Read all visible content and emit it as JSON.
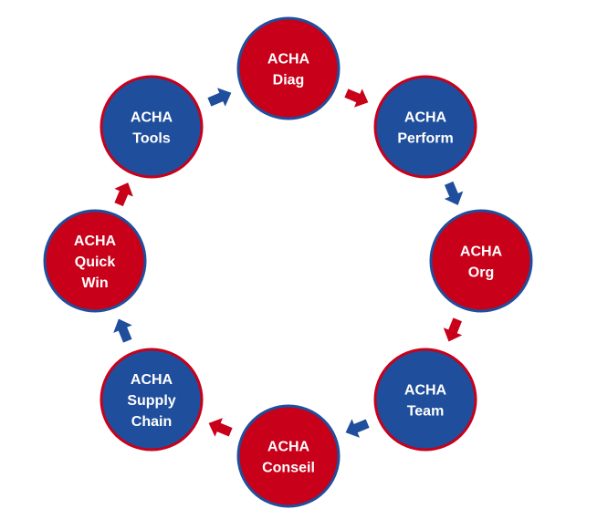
{
  "colors": {
    "red": "#c8001a",
    "blue": "#1f4e9c",
    "outline_on_red": "#1f4e9c",
    "outline_on_blue": "#c8001a"
  },
  "nodes": [
    {
      "id": "diag",
      "lines": [
        "ACHA",
        "Diag"
      ],
      "fill": "red"
    },
    {
      "id": "perform",
      "lines": [
        "ACHA",
        "Perform"
      ],
      "fill": "blue"
    },
    {
      "id": "org",
      "lines": [
        "ACHA",
        "Org"
      ],
      "fill": "red"
    },
    {
      "id": "team",
      "lines": [
        "ACHA",
        "Team"
      ],
      "fill": "blue"
    },
    {
      "id": "conseil",
      "lines": [
        "ACHA",
        "Conseil"
      ],
      "fill": "red"
    },
    {
      "id": "supply-chain",
      "lines": [
        "ACHA",
        "Supply",
        "Chain"
      ],
      "fill": "blue"
    },
    {
      "id": "quick-win",
      "lines": [
        "ACHA",
        "Quick",
        "Win"
      ],
      "fill": "red"
    },
    {
      "id": "tools",
      "lines": [
        "ACHA",
        "Tools"
      ],
      "fill": "blue"
    }
  ],
  "arrows": [
    {
      "from": "tools",
      "to": "diag",
      "fill": "blue"
    },
    {
      "from": "diag",
      "to": "perform",
      "fill": "red"
    },
    {
      "from": "perform",
      "to": "org",
      "fill": "blue"
    },
    {
      "from": "org",
      "to": "team",
      "fill": "red"
    },
    {
      "from": "team",
      "to": "conseil",
      "fill": "blue"
    },
    {
      "from": "conseil",
      "to": "supply-chain",
      "fill": "red"
    },
    {
      "from": "supply-chain",
      "to": "quick-win",
      "fill": "blue"
    },
    {
      "from": "quick-win",
      "to": "tools",
      "fill": "red"
    }
  ]
}
